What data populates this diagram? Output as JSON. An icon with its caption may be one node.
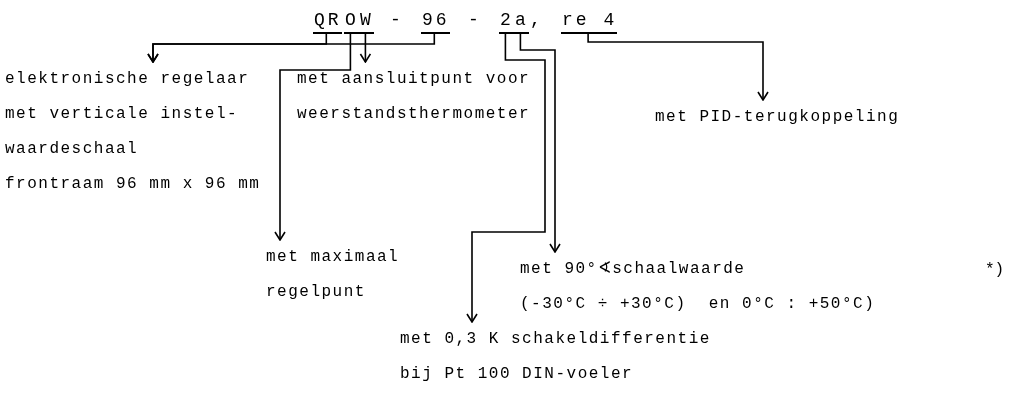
{
  "diagram": {
    "nodes": [
      {
        "text": [
          "QR"
        ]
      },
      {
        "text": [
          "O"
        ]
      },
      {
        "text": [
          "W"
        ]
      },
      {
        "text": [
          "96"
        ]
      },
      {
        "text": [
          "2"
        ]
      },
      {
        "text": [
          "a"
        ]
      },
      {
        "text": [
          "re 4"
        ]
      },
      {
        "text": [
          "elektronische regelaar met verticale instel- waardeschaal",
          "frontraam 96 mm x 96 mm"
        ]
      },
      {
        "text": [
          "met aansluitpunt voor weerstandsthermometer"
        ]
      },
      {
        "text": [
          "met PID-terugkoppeling"
        ]
      },
      {
        "text": [
          "met maximaal regelpunt"
        ]
      },
      {
        "text": [
          "met 90°∢schaalwaarde",
          "(-30°C ÷ +30°C)  en 0°C : +50°C)"
        ]
      },
      {
        "text": [
          "met 0,3 K schakeldifferentie bij Pt 100 DIN-voeler"
        ]
      }
    ],
    "edges": [
      {
        "from": 0,
        "to": 7,
        "arrow": "to"
      },
      {
        "from": 3,
        "to": 7,
        "arrow": "to"
      },
      {
        "from": 1,
        "to": 10,
        "arrow": "to"
      },
      {
        "from": 2,
        "to": 8,
        "arrow": "to"
      },
      {
        "from": 4,
        "to": 12,
        "arrow": "to"
      },
      {
        "from": 5,
        "to": 11,
        "arrow": "to"
      },
      {
        "from": 6,
        "to": 9,
        "arrow": "to"
      }
    ],
    "labels": [
      "-",
      "-",
      ",",
      "*)"
    ]
  }
}
